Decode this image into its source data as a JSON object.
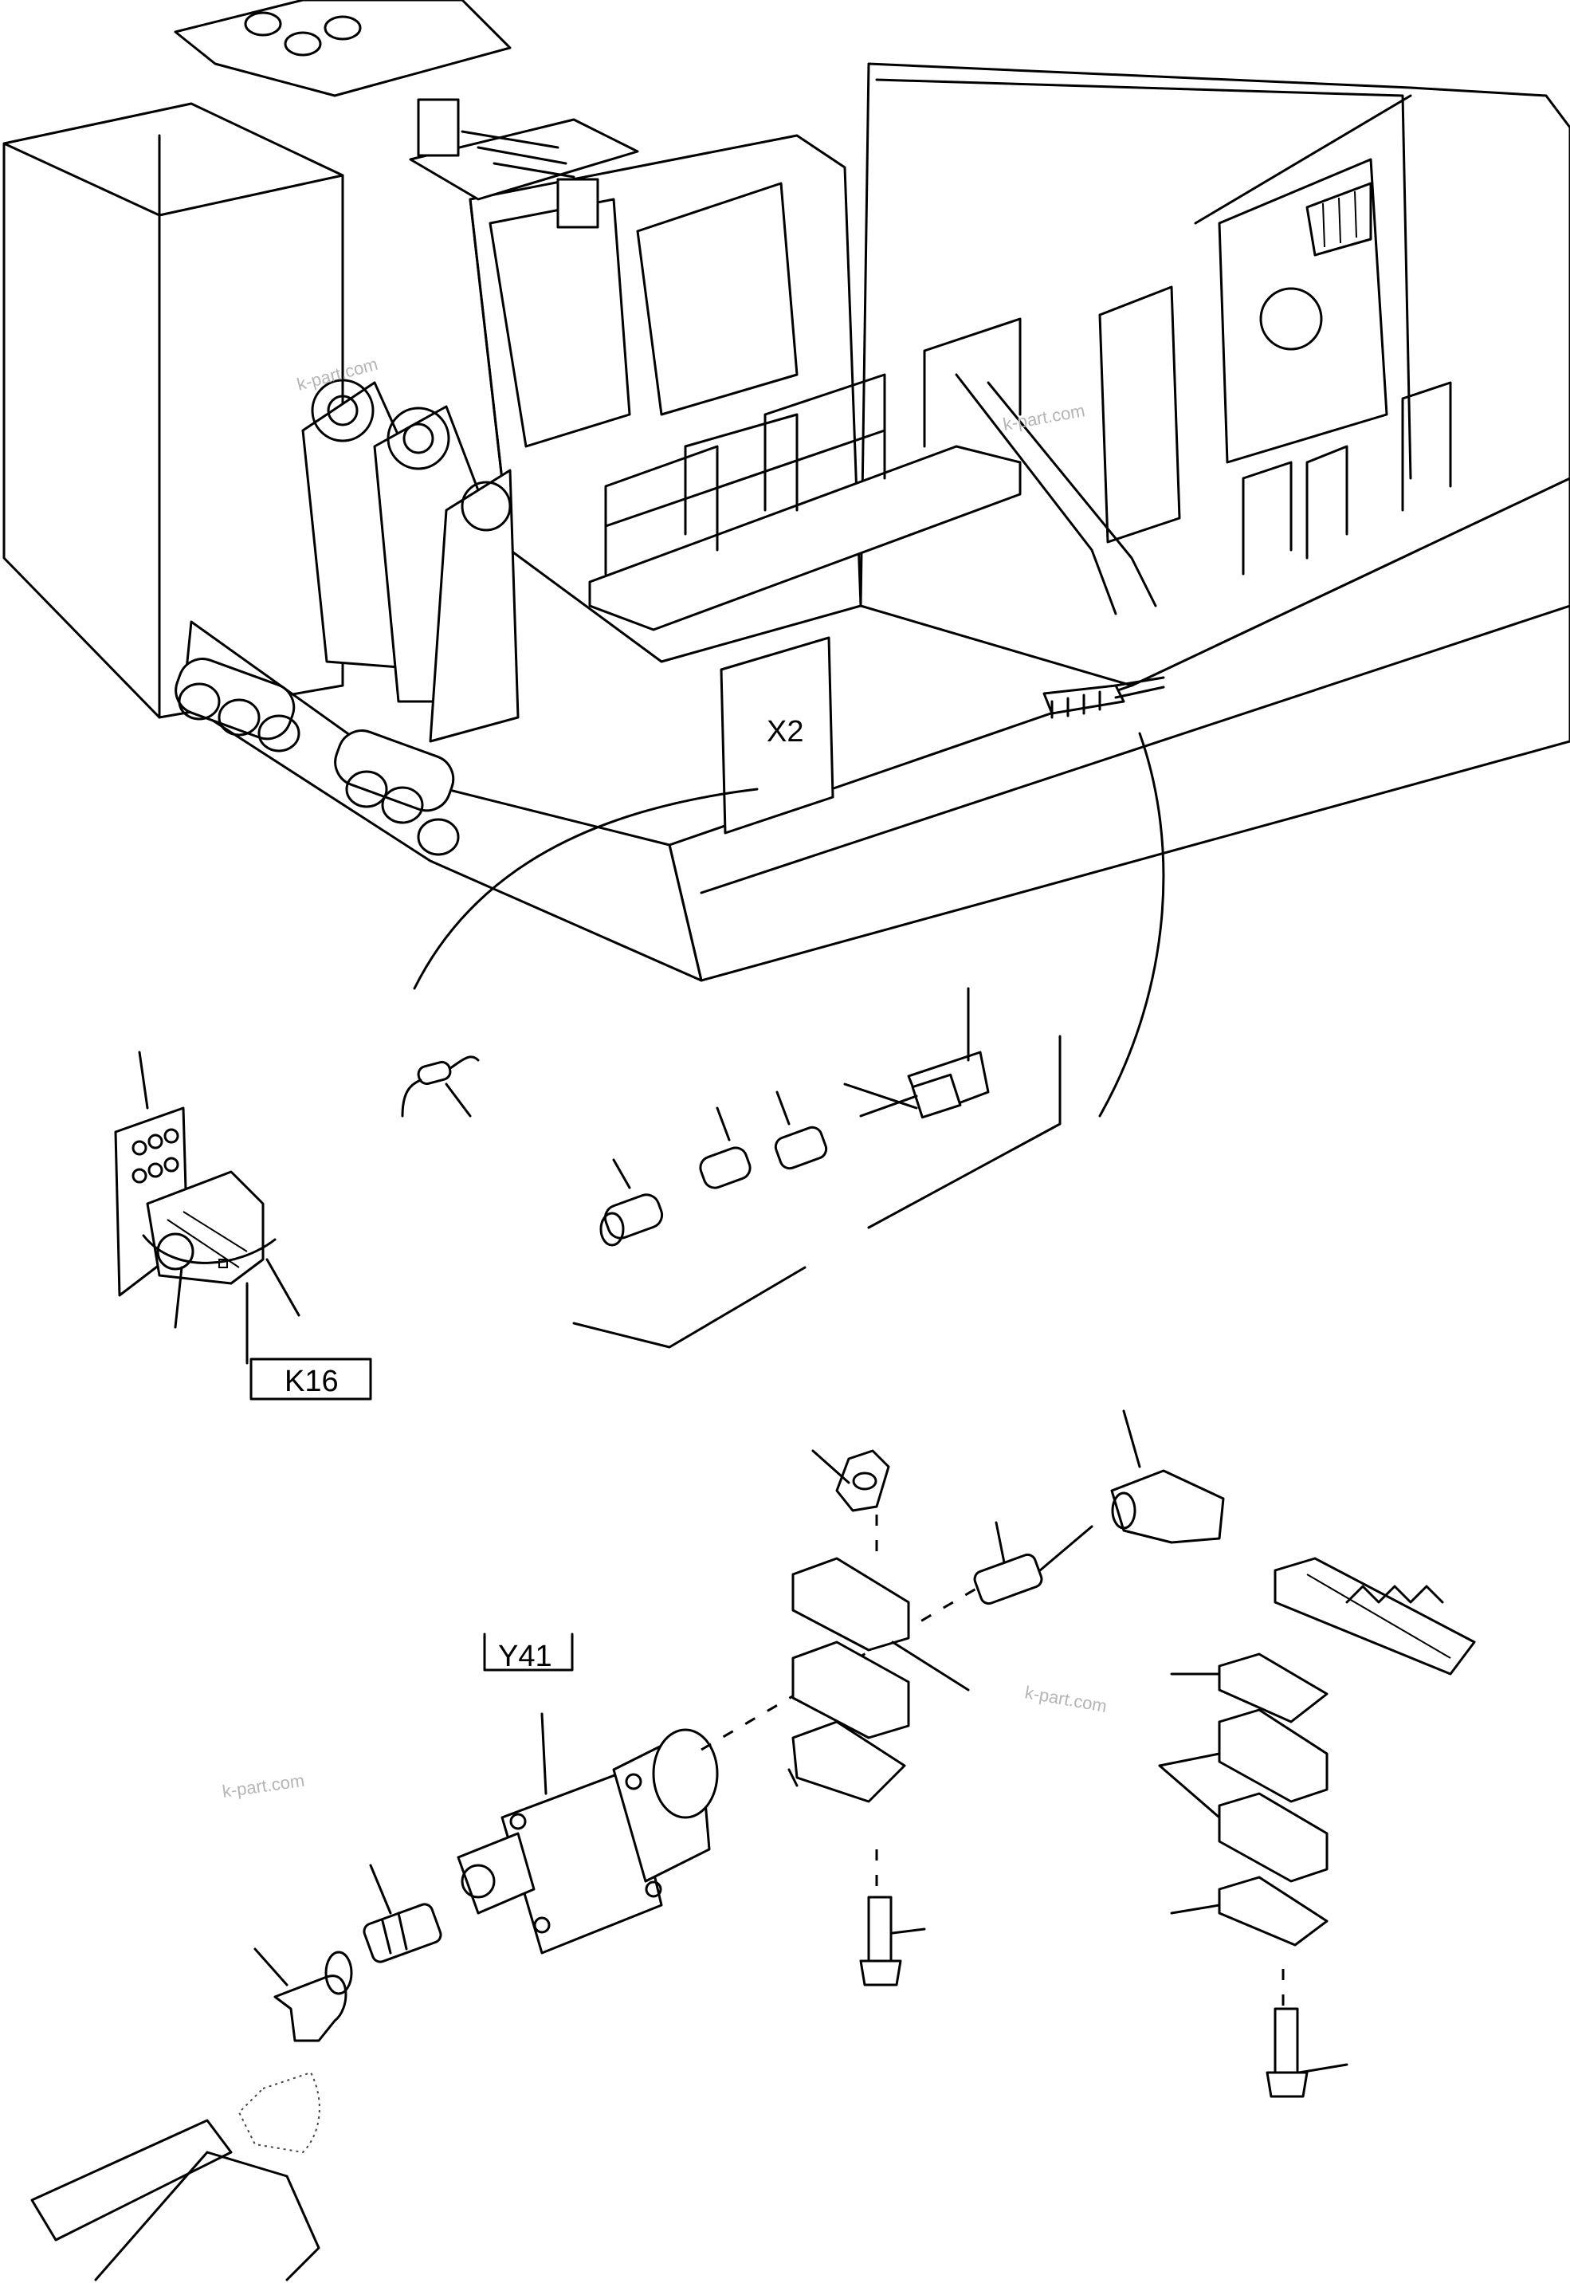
{
  "labels": {
    "x2": "X2",
    "k16": "K16",
    "y41": "Y41"
  },
  "watermarks": [
    "k-part.com",
    "k-part.com",
    "k-part.com",
    "k-part.com"
  ],
  "colors": {
    "line": "#000000",
    "background": "#ffffff",
    "watermark": "#b5b5b5"
  }
}
